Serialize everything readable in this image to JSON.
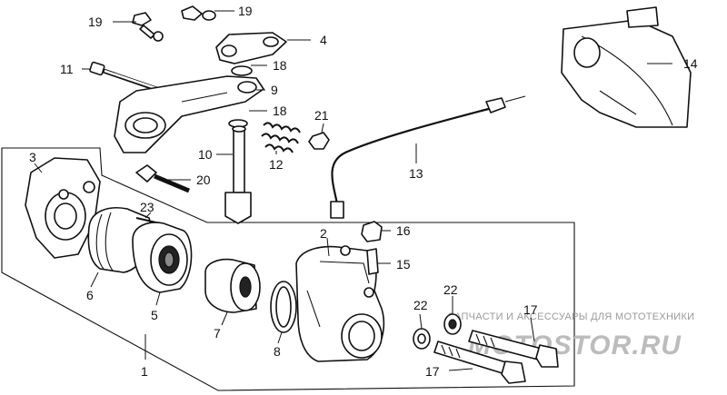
{
  "callouts": [
    {
      "id": "c1",
      "text": "1"
    },
    {
      "id": "c2",
      "text": "2"
    },
    {
      "id": "c3",
      "text": "3"
    },
    {
      "id": "c4",
      "text": "4"
    },
    {
      "id": "c5",
      "text": "5"
    },
    {
      "id": "c6",
      "text": "6"
    },
    {
      "id": "c7",
      "text": "7"
    },
    {
      "id": "c8",
      "text": "8"
    },
    {
      "id": "c9",
      "text": "9"
    },
    {
      "id": "c10",
      "text": "10"
    },
    {
      "id": "c11",
      "text": "11"
    },
    {
      "id": "c12",
      "text": "12"
    },
    {
      "id": "c13",
      "text": "13"
    },
    {
      "id": "c14",
      "text": "14"
    },
    {
      "id": "c15",
      "text": "15"
    },
    {
      "id": "c16",
      "text": "16"
    },
    {
      "id": "c17a",
      "text": "17"
    },
    {
      "id": "c17b",
      "text": "17"
    },
    {
      "id": "c18a",
      "text": "18"
    },
    {
      "id": "c18b",
      "text": "18"
    },
    {
      "id": "c19a",
      "text": "19"
    },
    {
      "id": "c19b",
      "text": "19"
    },
    {
      "id": "c20",
      "text": "20"
    },
    {
      "id": "c21",
      "text": "21"
    },
    {
      "id": "c22a",
      "text": "22"
    },
    {
      "id": "c22b",
      "text": "22"
    },
    {
      "id": "c23",
      "text": "23"
    }
  ],
  "watermark": {
    "caption": "ЗАПЧАСТИ И АКСЕССУАРЫ ДЛЯ МОТОТЕХНИКИ",
    "brand": "MOTOSTOR.RU"
  },
  "colors": {
    "line": "#111111",
    "background": "#ffffff",
    "watermark": "#bcbcbc"
  }
}
